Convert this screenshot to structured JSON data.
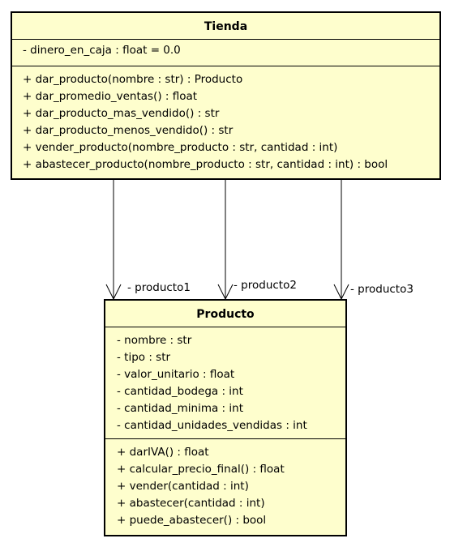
{
  "classes": {
    "tienda": {
      "name": "Tienda",
      "attributes": [
        "- dinero_en_caja : float = 0.0"
      ],
      "methods": [
        "+ dar_producto(nombre : str) : Producto",
        "+ dar_promedio_ventas() : float",
        "+ dar_producto_mas_vendido() : str",
        "+ dar_producto_menos_vendido() : str",
        "+ vender_producto(nombre_producto : str, cantidad : int)",
        "+ abastecer_producto(nombre_producto : str, cantidad : int) : bool"
      ]
    },
    "producto": {
      "name": "Producto",
      "attributes": [
        "- nombre : str",
        "- tipo : str",
        "- valor_unitario : float",
        "- cantidad_bodega : int",
        "- cantidad_minima : int",
        "- cantidad_unidades_vendidas : int"
      ],
      "methods": [
        "+ darIVA() : float",
        "+ calcular_precio_final() : float",
        "+ vender(cantidad : int)",
        "+ abastecer(cantidad : int)",
        "+ puede_abastecer() : bool"
      ]
    }
  },
  "associations": [
    {
      "from": "Tienda",
      "to": "Producto",
      "label": "- producto1"
    },
    {
      "from": "Tienda",
      "to": "Producto",
      "label": "- producto2"
    },
    {
      "from": "Tienda",
      "to": "Producto",
      "label": "- producto3"
    }
  ],
  "colors": {
    "class_fill": "#fefecd",
    "stroke": "#000000"
  }
}
